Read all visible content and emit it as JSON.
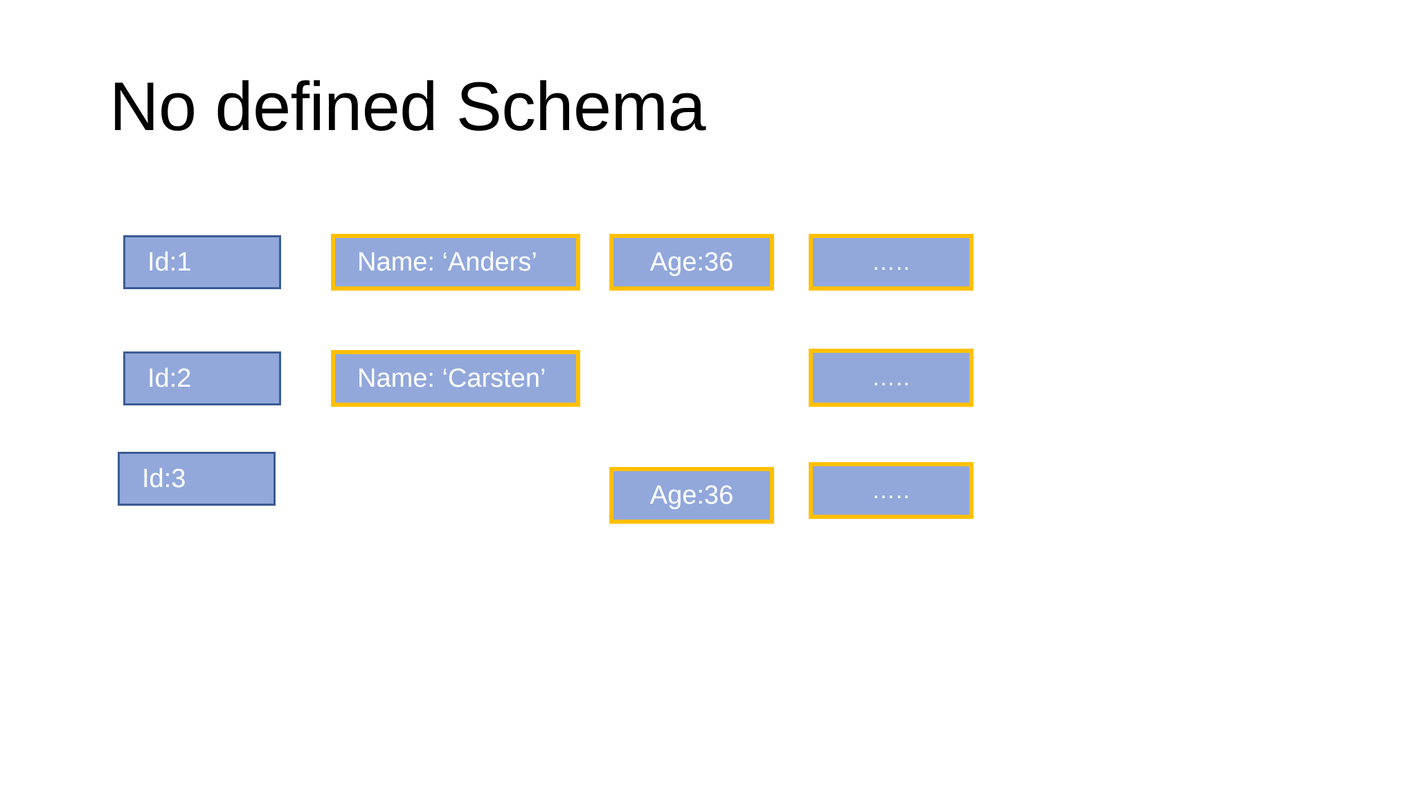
{
  "slide": {
    "title": "No defined Schema",
    "background_color": "#FFFFFF",
    "box_fill_color": "#92A8DB",
    "box_text_color": "#FFFFFF",
    "id_border_color": "#3B5C94",
    "attribute_border_color": "#FFC000"
  },
  "records": [
    {
      "id_label": "Id:1",
      "fields": [
        {
          "label": "Name: ‘Anders’"
        },
        {
          "label": "Age:36"
        },
        {
          "label": "….."
        }
      ]
    },
    {
      "id_label": "Id:2",
      "fields": [
        {
          "label": "Name: ‘Carsten’"
        },
        {
          "label": ""
        },
        {
          "label": "….."
        }
      ]
    },
    {
      "id_label": "Id:3",
      "fields": [
        {
          "label": ""
        },
        {
          "label": "Age:36"
        },
        {
          "label": "….."
        }
      ]
    }
  ]
}
